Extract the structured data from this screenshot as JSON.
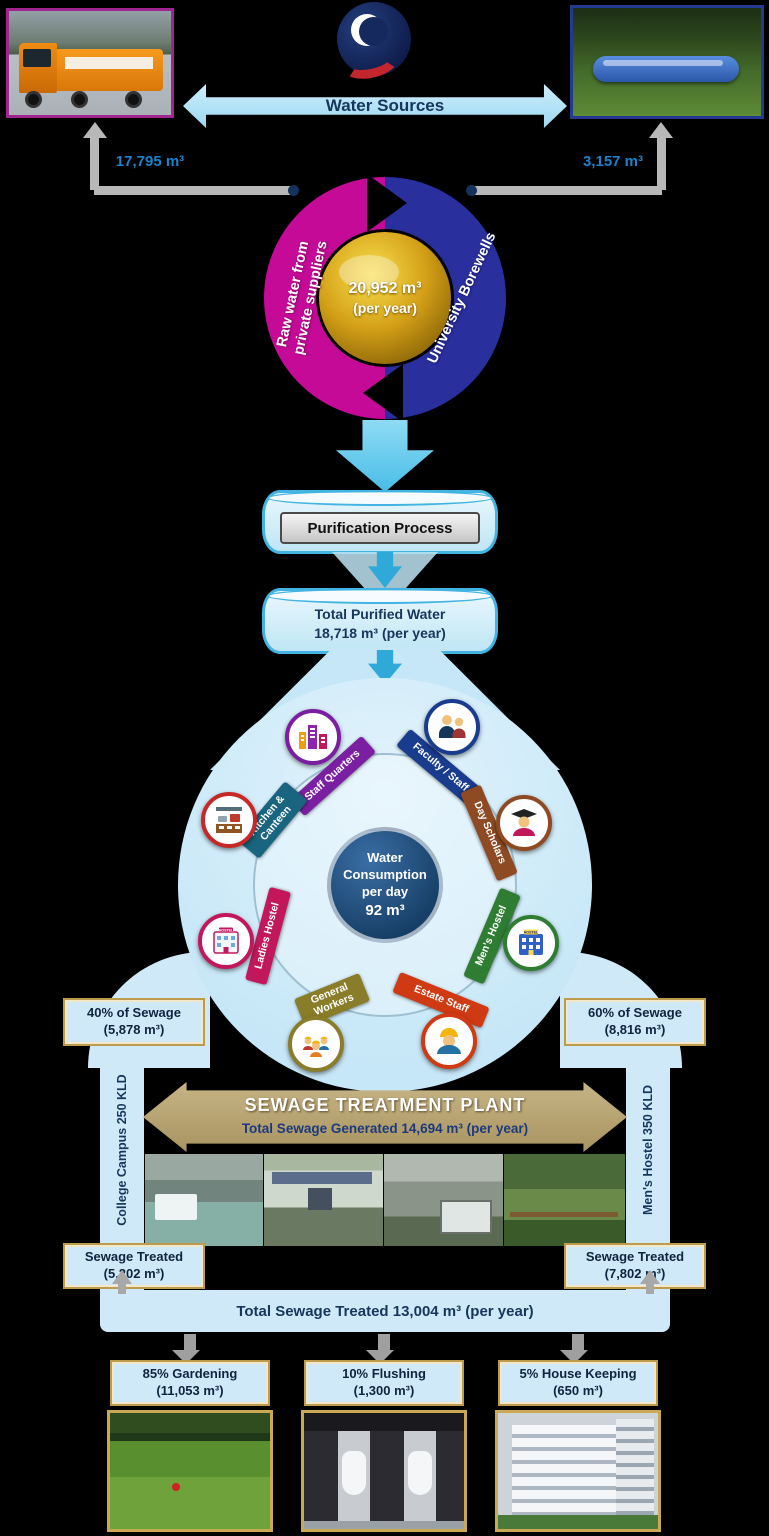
{
  "header": {
    "water_sources_label": "Water Sources",
    "tanker_supply_volume": "17,795 m³",
    "borewell_supply_volume": "3,157 m³"
  },
  "supply_ring": {
    "private_suppliers_label_lines": [
      "Raw water from",
      "private suppliers"
    ],
    "borewells_label": "University Borewells",
    "total_value": "20,952 m³",
    "total_unit": "(per year)"
  },
  "purification": {
    "process_label": "Purification Process"
  },
  "purified_water": {
    "title": "Total Purified Water",
    "value": "18,718 m³ (per year)"
  },
  "consumption": {
    "center_lines": [
      "Water",
      "Consumption",
      "per day",
      "92 m³"
    ],
    "categories": [
      {
        "label": "Staff Quarters",
        "icon": "city-buildings-icon",
        "color": "#7b1fa2"
      },
      {
        "label": "Faculty / Staff",
        "icon": "faculty-staff-icon",
        "color": "#1a3c8f"
      },
      {
        "label": "Day Scholars",
        "icon": "graduate-icon",
        "color": "#8d4a23"
      },
      {
        "label": "Men's Hostel",
        "icon": "mens-hostel-icon",
        "color": "#2e7d32",
        "sign": "HOSTEL"
      },
      {
        "label": "Estate Staff",
        "icon": "estate-worker-icon",
        "color": "#cf3a13"
      },
      {
        "label": "General Workers",
        "icon": "workers-group-icon",
        "color": "#8a7d2a"
      },
      {
        "label": "Ladies Hostel",
        "icon": "ladies-hostel-icon",
        "color": "#c2185b",
        "sign": "HOSTEL"
      },
      {
        "label": "Kitchen & Canteen",
        "icon": "kitchen-icon",
        "color": "#19647e"
      }
    ]
  },
  "sewage": {
    "campus_share": {
      "line1": "40% of Sewage",
      "line2": "(5,878 m³)"
    },
    "hostel_share": {
      "line1": "60% of Sewage",
      "line2": "(8,816 m³)"
    },
    "campus_pipe_label": "College Campus 250 KLD",
    "hostel_pipe_label": "Men's Hostel 350 KLD",
    "stp_title": "SEWAGE TREATMENT PLANT",
    "stp_subtitle": "Total Sewage Generated 14,694 m³ (per year)",
    "campus_treated": {
      "line1": "Sewage Treated",
      "line2": "(5,202 m³)"
    },
    "hostel_treated": {
      "line1": "Sewage Treated",
      "line2": "(7,802 m³)"
    },
    "total_treated_label": "Total Sewage Treated 13,004 m³ (per year)"
  },
  "reuse": [
    {
      "line1": "85% Gardening",
      "line2": "(11,053 m³)"
    },
    {
      "line1": "10% Flushing",
      "line2": "(1,300 m³)"
    },
    {
      "line1": "5% House Keeping",
      "line2": "(650 m³)"
    }
  ],
  "colors": {
    "raw_water_segment": "#c40a96",
    "borewell_segment": "#2a2f9e",
    "total_ball": "#d4a017",
    "water_accent": "#43b4e2",
    "pale_blue": "#cfe9f8",
    "gold_border": "#bd9b4d",
    "stp_arrow": "#b7a271",
    "navy_text": "#16365c"
  }
}
